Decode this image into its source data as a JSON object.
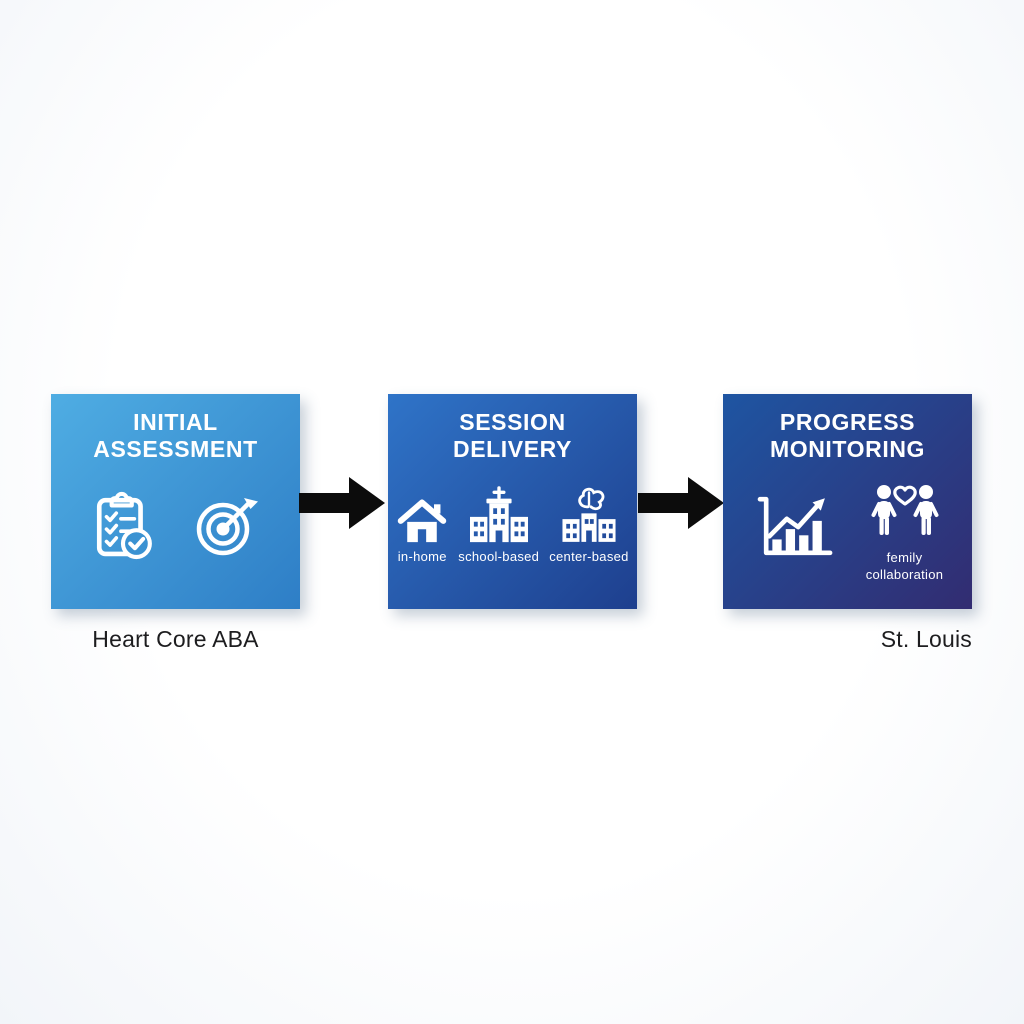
{
  "diagram": {
    "arrow_color": "#0c0c0c",
    "stages": [
      {
        "title": "INITIAL\nASSESSMENT",
        "gradient_start": "#4fade3",
        "gradient_end": "#2e7ec6",
        "caption": "Heart Core ABA",
        "icons": [
          {
            "name": "clipboard-checklist-icon",
            "label": ""
          },
          {
            "name": "target-icon",
            "label": ""
          }
        ]
      },
      {
        "title": "SESSION\nDELIVERY",
        "gradient_start": "#2f74c8",
        "gradient_end": "#1e3f8e",
        "caption": "",
        "icons": [
          {
            "name": "house-icon",
            "label": "in-home"
          },
          {
            "name": "school-icon",
            "label": "school-based"
          },
          {
            "name": "center-icon",
            "label": "center-based"
          }
        ]
      },
      {
        "title": "PROGRESS\nMONITORING",
        "gradient_start": "#1e55a2",
        "gradient_end": "#322c71",
        "caption": "St. Louis",
        "icons": [
          {
            "name": "growth-chart-icon",
            "label": ""
          },
          {
            "name": "family-collaboration-icon",
            "label": "femily\ncollaboration"
          }
        ]
      }
    ]
  }
}
